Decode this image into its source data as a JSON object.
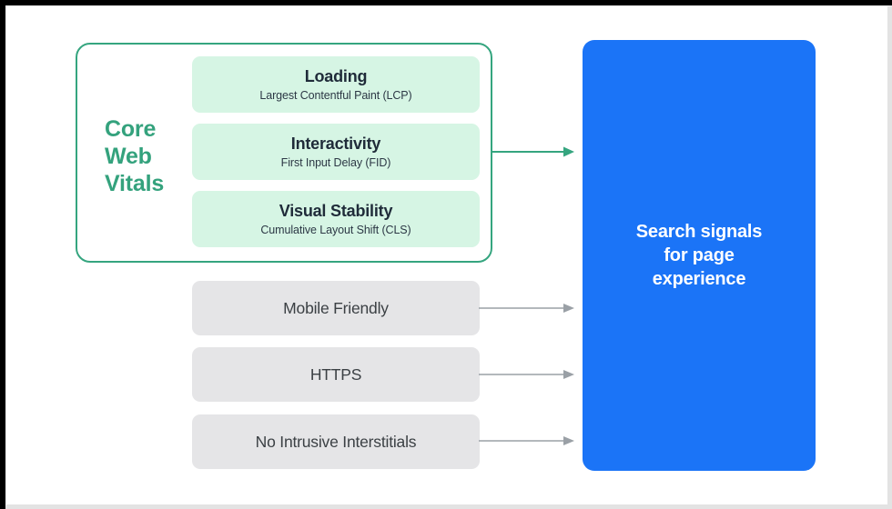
{
  "diagram": {
    "title": "Search signals for page experience",
    "colors": {
      "accent_green": "#35a57f",
      "metric_box_fill": "#d6f5e4",
      "signal_box_fill": "#e5e5e7",
      "panel_blue": "#1b74f7",
      "arrow_gray": "#9aa0a6",
      "text_dark": "#1f2b39",
      "frame_black": "#000000"
    }
  },
  "core_web_vitals": {
    "label_lines": [
      "Core",
      "Web",
      "Vitals"
    ],
    "label_text": "Core Web Vitals",
    "metrics": [
      {
        "title": "Loading",
        "subtitle": "Largest Contentful Paint (LCP)"
      },
      {
        "title": "Interactivity",
        "subtitle": "First Input Delay (FID)"
      },
      {
        "title": "Visual Stability",
        "subtitle": "Cumulative Layout Shift (CLS)"
      }
    ]
  },
  "other_signals": [
    {
      "title": "Mobile Friendly"
    },
    {
      "title": "HTTPS"
    },
    {
      "title": "No Intrusive Interstitials"
    }
  ],
  "arrows": [
    {
      "name": "core-web-vitals-arrow",
      "color": "#35a57f"
    },
    {
      "name": "mobile-friendly-arrow",
      "color": "#9aa0a6"
    },
    {
      "name": "https-arrow",
      "color": "#9aa0a6"
    },
    {
      "name": "no-intrusive-interstitials-arrow",
      "color": "#9aa0a6"
    }
  ],
  "search_signals_panel": {
    "text": "Search signals\nfor page\nexperience"
  }
}
